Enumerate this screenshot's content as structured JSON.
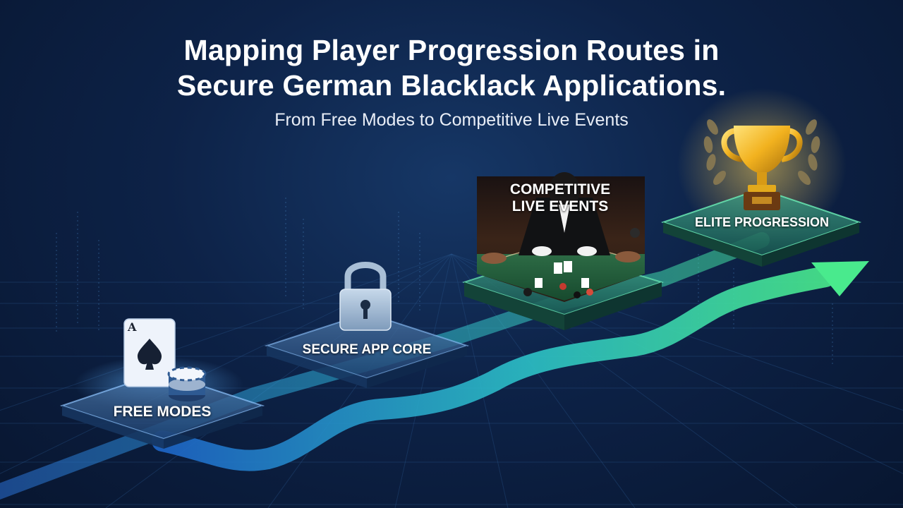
{
  "title_line1": "Mapping Player Progression Routes in",
  "title_line2": "Secure German Blacklack Applications.",
  "subtitle": "From Free Modes to Competitive Live Events",
  "stages": {
    "free": "FREE MODES",
    "secure": "SECURE APP CORE",
    "competitive_line1": "COMPETITIVE",
    "competitive_line2": "LIVE EVENTS",
    "elite": "ELITE PROGRESSION"
  },
  "card_rank": "A",
  "icons": [
    "ace-of-spades-card-icon",
    "poker-chips-icon",
    "padlock-icon",
    "blackjack-table-photo",
    "trophy-icon",
    "laurel-wreath-icon",
    "progress-arrow-icon"
  ],
  "colors": {
    "background": "#0d2247",
    "accent_teal": "#3ee8a8",
    "accent_blue": "#3a8ff0",
    "trophy_gold": "#f2b21f"
  }
}
